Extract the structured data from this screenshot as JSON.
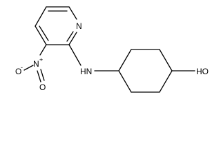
{
  "molecule": {
    "atoms": {
      "ring_nitrogen": "N",
      "nitro_nitrogen": "N",
      "nitro_nitrogen_charge": "+",
      "nitro_oxygen_left": "O",
      "nitro_oxygen_left_charge": "-",
      "nitro_oxygen_bottom": "O",
      "amine": "HN",
      "hydroxyl": "HO"
    }
  }
}
